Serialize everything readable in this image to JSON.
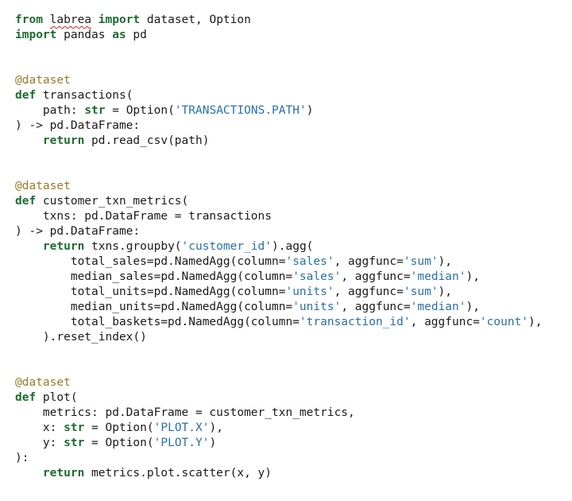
{
  "lines": [
    [
      {
        "t": "from",
        "c": "kw"
      },
      {
        "t": " "
      },
      {
        "t": "labrea",
        "c": "squiggle"
      },
      {
        "t": " "
      },
      {
        "t": "import",
        "c": "kw"
      },
      {
        "t": " dataset, Option"
      }
    ],
    [
      {
        "t": "import",
        "c": "kw"
      },
      {
        "t": " pandas "
      },
      {
        "t": "as",
        "c": "kw"
      },
      {
        "t": " pd"
      }
    ],
    [],
    [],
    [
      {
        "t": "@dataset",
        "c": "dec"
      }
    ],
    [
      {
        "t": "def",
        "c": "kw"
      },
      {
        "t": " transactions("
      }
    ],
    [
      {
        "t": "    path: "
      },
      {
        "t": "str",
        "c": "kw"
      },
      {
        "t": " = Option("
      },
      {
        "t": "'TRANSACTIONS.PATH'",
        "c": "str"
      },
      {
        "t": ")"
      }
    ],
    [
      {
        "t": ") -> pd.DataFrame:"
      }
    ],
    [
      {
        "t": "    "
      },
      {
        "t": "return",
        "c": "kw"
      },
      {
        "t": " pd.read_csv(path)"
      }
    ],
    [],
    [],
    [
      {
        "t": "@dataset",
        "c": "dec"
      }
    ],
    [
      {
        "t": "def",
        "c": "kw"
      },
      {
        "t": " customer_txn_metrics("
      }
    ],
    [
      {
        "t": "    txns: pd.DataFrame = transactions"
      }
    ],
    [
      {
        "t": ") -> pd.DataFrame:"
      }
    ],
    [
      {
        "t": "    "
      },
      {
        "t": "return",
        "c": "kw"
      },
      {
        "t": " txns.groupby("
      },
      {
        "t": "'customer_id'",
        "c": "str"
      },
      {
        "t": ").agg("
      }
    ],
    [
      {
        "t": "        total_sales=pd.NamedAgg(column="
      },
      {
        "t": "'sales'",
        "c": "str"
      },
      {
        "t": ", aggfunc="
      },
      {
        "t": "'sum'",
        "c": "str"
      },
      {
        "t": "),"
      }
    ],
    [
      {
        "t": "        median_sales=pd.NamedAgg(column="
      },
      {
        "t": "'sales'",
        "c": "str"
      },
      {
        "t": ", aggfunc="
      },
      {
        "t": "'median'",
        "c": "str"
      },
      {
        "t": "),"
      }
    ],
    [
      {
        "t": "        total_units=pd.NamedAgg(column="
      },
      {
        "t": "'units'",
        "c": "str"
      },
      {
        "t": ", aggfunc="
      },
      {
        "t": "'sum'",
        "c": "str"
      },
      {
        "t": "),"
      }
    ],
    [
      {
        "t": "        median_units=pd.NamedAgg(column="
      },
      {
        "t": "'units'",
        "c": "str"
      },
      {
        "t": ", aggfunc="
      },
      {
        "t": "'median'",
        "c": "str"
      },
      {
        "t": "),"
      }
    ],
    [
      {
        "t": "        total_baskets=pd.NamedAgg(column="
      },
      {
        "t": "'transaction_id'",
        "c": "str"
      },
      {
        "t": ", aggfunc="
      },
      {
        "t": "'count'",
        "c": "str"
      },
      {
        "t": "),"
      }
    ],
    [
      {
        "t": "    ).reset_index()"
      }
    ],
    [],
    [],
    [
      {
        "t": "@dataset",
        "c": "dec"
      }
    ],
    [
      {
        "t": "def",
        "c": "kw"
      },
      {
        "t": " plot("
      }
    ],
    [
      {
        "t": "    metrics: pd.DataFrame = customer_txn_metrics,"
      }
    ],
    [
      {
        "t": "    x: "
      },
      {
        "t": "str",
        "c": "kw"
      },
      {
        "t": " = Option("
      },
      {
        "t": "'PLOT.X'",
        "c": "str"
      },
      {
        "t": "),"
      }
    ],
    [
      {
        "t": "    y: "
      },
      {
        "t": "str",
        "c": "kw"
      },
      {
        "t": " = Option("
      },
      {
        "t": "'PLOT.Y'",
        "c": "str"
      },
      {
        "t": ")"
      }
    ],
    [
      {
        "t": "):"
      }
    ],
    [
      {
        "t": "    "
      },
      {
        "t": "return",
        "c": "kw"
      },
      {
        "t": " metrics.plot.scatter(x, y)"
      }
    ]
  ],
  "colors": {
    "keyword": "#1e6b2e",
    "string": "#2a6fa8",
    "decorator": "#9a7a2b",
    "text": "#1a1a1a",
    "spell_squiggle": "#d02020"
  }
}
